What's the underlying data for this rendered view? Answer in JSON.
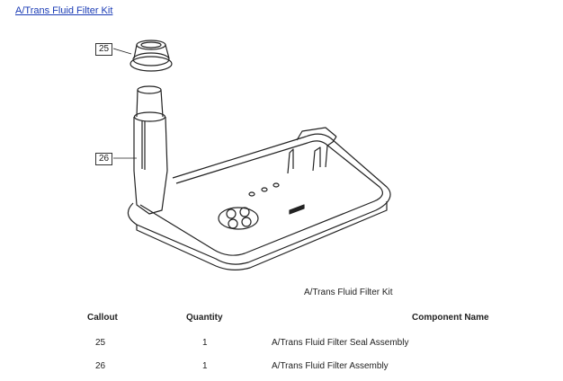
{
  "header": {
    "title_link": "A/Trans Fluid Filter Kit"
  },
  "figure": {
    "callouts": [
      "25",
      "26"
    ]
  },
  "caption": "A/Trans Fluid Filter Kit",
  "table": {
    "headers": {
      "callout": "Callout",
      "quantity": "Quantity",
      "component": "Component Name"
    },
    "rows": [
      {
        "callout": "25",
        "quantity": "1",
        "component": "A/Trans Fluid Filter Seal Assembly"
      },
      {
        "callout": "26",
        "quantity": "1",
        "component": "A/Trans Fluid Filter Assembly"
      }
    ]
  }
}
